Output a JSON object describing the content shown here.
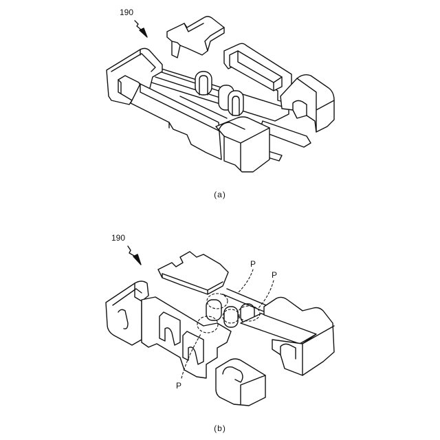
{
  "colors": {
    "line": "#111111",
    "background": "#ffffff"
  },
  "figures": [
    {
      "reference_numeral": "190",
      "caption": "(a)"
    },
    {
      "reference_numeral": "190",
      "caption": "(b)",
      "region_labels": [
        "P",
        "P",
        "P"
      ]
    }
  ]
}
